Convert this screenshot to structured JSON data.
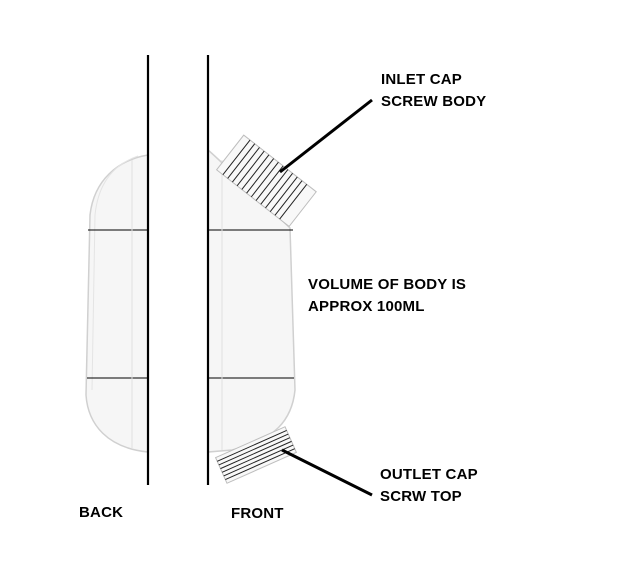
{
  "labels": {
    "inlet_line1": "INLET CAP",
    "inlet_line2": "SCREW BODY",
    "volume_line1": "VOLUME OF BODY IS",
    "volume_line2": "APPROX 100ML",
    "outlet_line1": "OUTLET CAP",
    "outlet_line2": "SCRW TOP",
    "back": "BACK",
    "front": "FRONT"
  },
  "colors": {
    "background": "#ffffff",
    "line": "#000000",
    "body_fill": "#f4f4f4",
    "body_edge": "#cfcfcf"
  }
}
